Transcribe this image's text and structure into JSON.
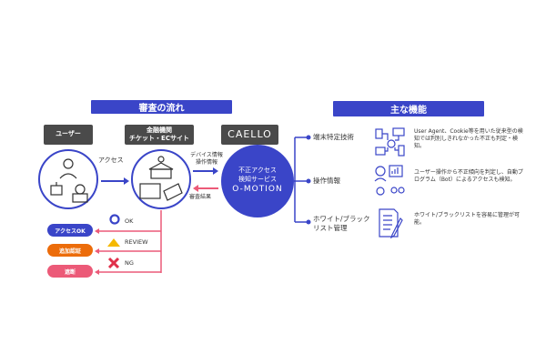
{
  "flow": {
    "title": "審査の流れ",
    "user_label": "ユーザー",
    "site_label_1": "金融機関",
    "site_label_2": "チケット・ECサイト",
    "caello_logo": "CAELLO",
    "access_label": "アクセス",
    "device_info_1": "デバイス情報",
    "device_info_2": "操作情報",
    "result_label": "審査結果",
    "service_1": "不正アクセス",
    "service_2": "検知サービス",
    "service_name": "O-MOTION",
    "outcomes": [
      {
        "label": "アクセスOK",
        "status": "OK",
        "color": "#3a45c8",
        "icon": "circle-icon"
      },
      {
        "label": "追加認証",
        "status": "REVIEW",
        "color": "#ec6c0a",
        "icon": "triangle-icon"
      },
      {
        "label": "遮断",
        "status": "NG",
        "color": "#ec5a78",
        "icon": "cross-icon"
      }
    ]
  },
  "features": {
    "title": "主な機能",
    "items": [
      {
        "name": "端末特定技術",
        "desc": "User Agent、Cookie等を用いた従来型の検知では判別しきれなかった不正も判定・検知。",
        "icon": "devices-network-icon"
      },
      {
        "name": "操作情報",
        "desc": "ユーザー操作から不正傾向を判定し、自動プログラム（Bot）によるアクセスも検知。",
        "icon": "user-analytics-icon"
      },
      {
        "name": "ホワイト/ブラックリスト管理",
        "desc": "ホワイト/ブラックリストを容易に管理が可能。",
        "icon": "checklist-icon"
      }
    ]
  }
}
